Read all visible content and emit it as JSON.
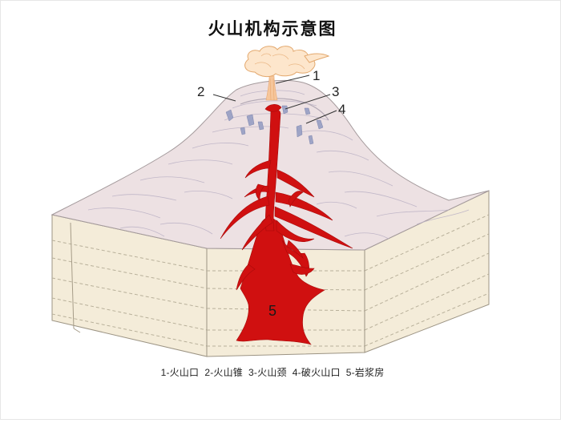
{
  "title": "火山机构示意图",
  "callouts": [
    "1",
    "2",
    "3",
    "4"
  ],
  "magma_chamber_number": "5",
  "legend_caption": "1-火山口  2-火山锥  3-火山颈  4-破火山口  5-岩浆房",
  "colors": {
    "cone": "#ede1e3",
    "cone_lines": "#a8a1bd",
    "strata": "#f4ecd9",
    "strata_lines": "#b8b09a",
    "magma": "#d01010",
    "ash_cloud": "#fde6cc",
    "ash_outline": "#e8b07a"
  }
}
